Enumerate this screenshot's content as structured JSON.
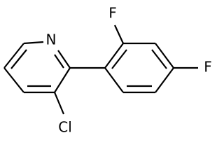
{
  "molecule": {
    "atoms": {
      "nitrogen": "N",
      "chlorine": "Cl",
      "fluorine_ortho": "F",
      "fluorine_para": "F"
    }
  },
  "colors": {
    "bond": "#000000",
    "label": "#000000",
    "background": "#ffffff"
  }
}
